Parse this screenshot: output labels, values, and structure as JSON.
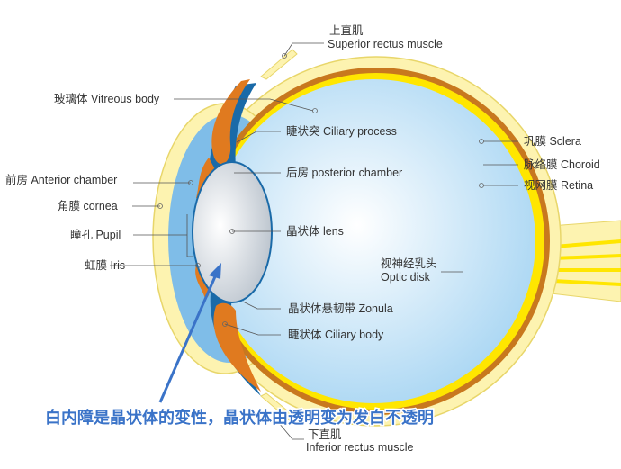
{
  "colors": {
    "sclera": "#fdf3b0",
    "choroid": "#c8781e",
    "retina": "#ffe600",
    "vitreous": "#cfe8f8",
    "cornea": "#7fbde8",
    "iris": "#e07a1f",
    "posterior_chamber": "#1a6aa8",
    "lens": "#dfe3e8",
    "arrow": "#3a73c8"
  },
  "labels": {
    "superior_rectus_cn": "上直肌",
    "superior_rectus_en": "Superior rectus muscle",
    "vitreous": "玻璃体 Vitreous body",
    "ciliary_process": "睫状突  Ciliary process",
    "anterior_chamber": "前房 Anterior chamber",
    "posterior_chamber": "后房 posterior chamber",
    "cornea": "角膜 cornea",
    "lens": "晶状体 lens",
    "pupil": "瞳孔 Pupil",
    "iris": "虹膜 Iris",
    "zonula": "晶状体悬韧带 Zonula",
    "ciliary_body": "睫状体 Ciliary body",
    "sclera": "巩膜 Sclera",
    "choroid": "脉络膜 Choroid",
    "retina": "视网膜 Retina",
    "optic_disk_cn": "视神经乳头",
    "optic_disk_en": "Optic disk",
    "inferior_rectus_cn": "下直肌",
    "inferior_rectus_en": "Inferior rectus muscle"
  },
  "caption": "白内障是晶状体的变性，晶状体由透明变为发白不透明"
}
